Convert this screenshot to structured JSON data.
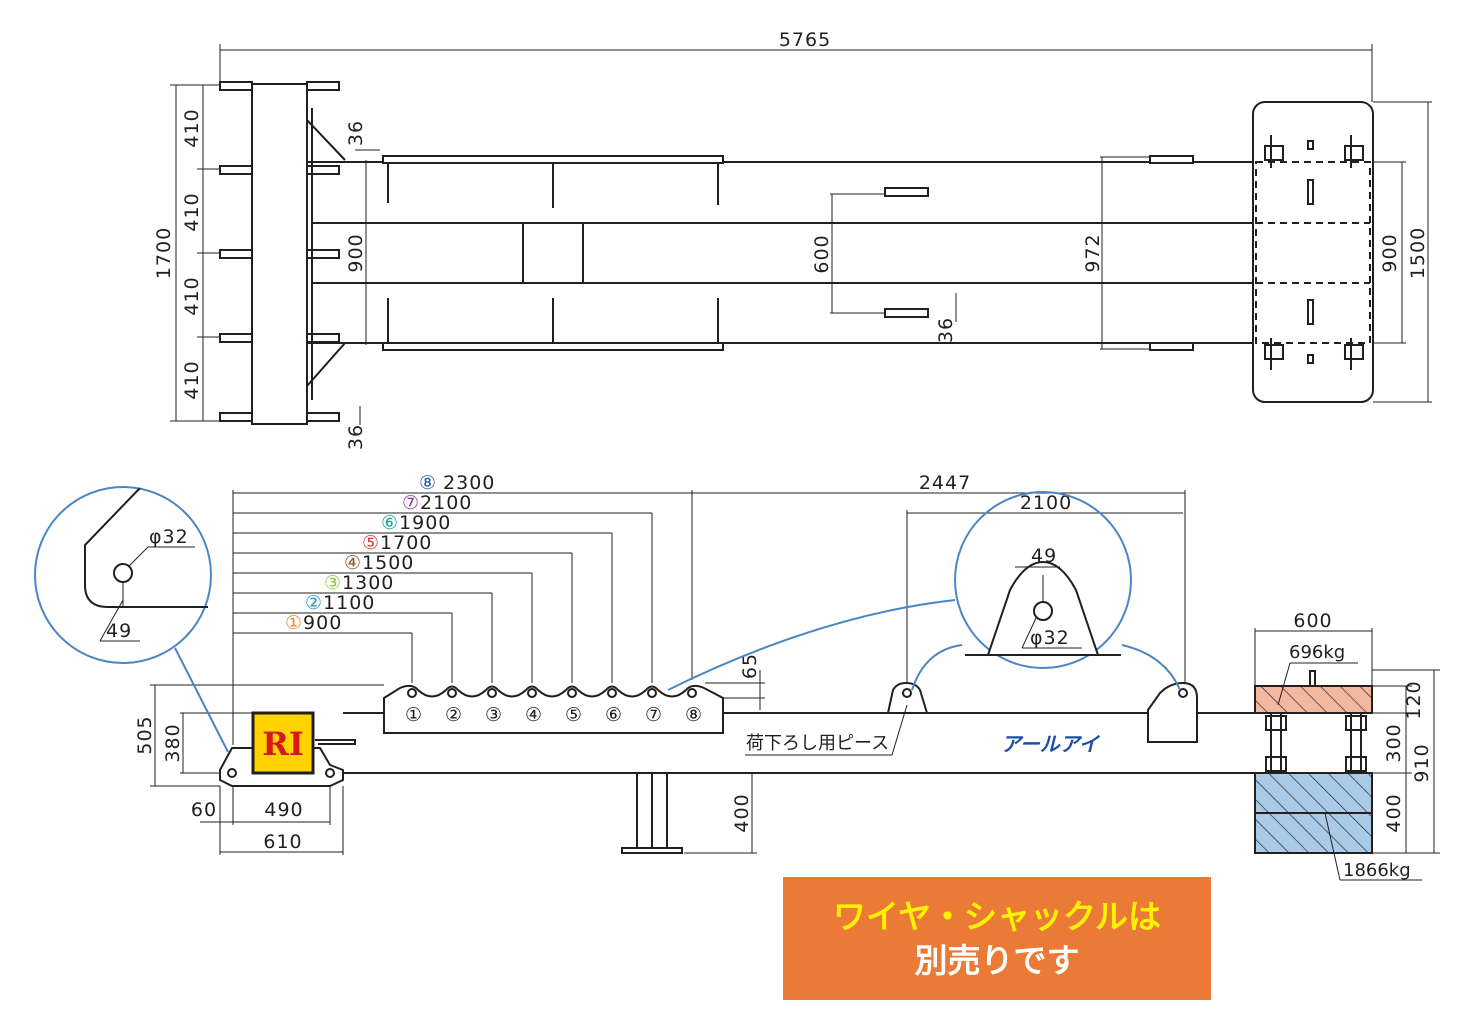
{
  "plan_view": {
    "overall_length": "5765",
    "pitch": [
      "410",
      "410",
      "410",
      "410"
    ],
    "overall_width": "1700",
    "beam_width": "900",
    "plate_offset_a": "36",
    "plate_offset_b": "36",
    "plate_spacing": "600",
    "rail_spacing": "972",
    "end_beam_width": "900",
    "end_width": "1500"
  },
  "side_view": {
    "hole_dims": [
      {
        "mark": "①",
        "value": "900",
        "color": "#f08a24"
      },
      {
        "mark": "②",
        "value": "1100",
        "color": "#1e9ad6"
      },
      {
        "mark": "③",
        "value": "1300",
        "color": "#8dc63f"
      },
      {
        "mark": "④",
        "value": "1500",
        "color": "#8b5a2b"
      },
      {
        "mark": "⑤",
        "value": "1700",
        "color": "#e03a3e"
      },
      {
        "mark": "⑥",
        "value": "1900",
        "color": "#14a69a"
      },
      {
        "mark": "⑦",
        "value": "2100",
        "color": "#8b3a9e"
      },
      {
        "mark": "⑧",
        "value": "2300",
        "color": "#2e5fa8"
      }
    ],
    "length_2447": "2447",
    "length_2100": "2100",
    "lug_height": "65",
    "height_505": "505",
    "height_380": "380",
    "dim_60": "60",
    "dim_490": "490",
    "dim_610": "610",
    "leg_height": "400",
    "counterweight_width": "600",
    "upper_weight": "696kg",
    "lower_weight": "1866kg",
    "dim_120": "120",
    "dim_300": "300",
    "dim_400": "400",
    "dim_910": "910",
    "lifting_piece_label": "荷下ろし用ピース",
    "brand_name": "アールアイ",
    "logo_text": "RI"
  },
  "details": {
    "left_hole_dia": "φ32",
    "left_edge_dist": "49",
    "right_hole_dia": "φ32",
    "right_edge_dist": "49"
  },
  "colors": {
    "line": "#231f20",
    "detail_circle": "#4a86c5",
    "notice_bg": "#ea7a36",
    "notice_highlight": "#fff200",
    "upper_weight_fill": "#f2b9a0",
    "lower_weight_fill": "#a9cbe8",
    "brand_blue": "#1d4f9f",
    "logo_yellow": "#ffd200",
    "logo_red": "#d7161e"
  },
  "notice": {
    "line1": "ワイヤ・シャックルは",
    "line2": "別売りです"
  }
}
